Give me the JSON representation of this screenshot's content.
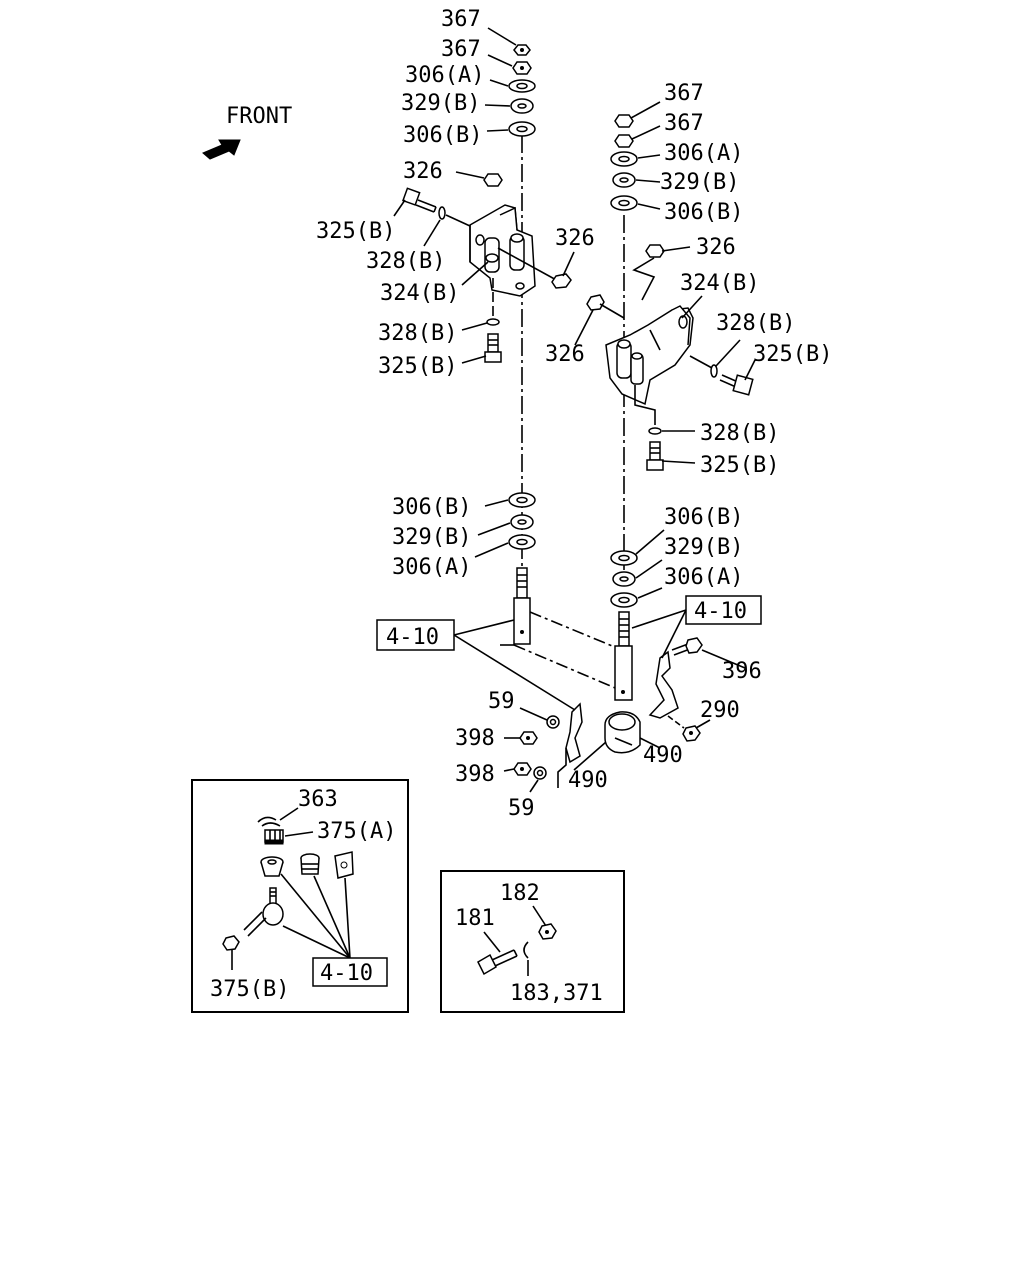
{
  "direction_label": "FRONT",
  "callouts": {
    "l_367a": "367",
    "l_367b": "367",
    "l_306a_top": "306(A)",
    "l_329b_top": "329(B)",
    "l_306b_top": "306(B)",
    "l_326_top": "326",
    "l_325b_bolt": "325(B)",
    "l_328b_wash": "328(B)",
    "l_326_nut_r": "326",
    "l_324b": "324(B)",
    "l_328b_low": "328(B)",
    "l_325b_low": "325(B)",
    "l_306b_bot": "306(B)",
    "l_329b_bot": "329(B)",
    "l_306a_bot": "306(A)",
    "r_367a": "367",
    "r_367b": "367",
    "r_306a_top": "306(A)",
    "r_329b_top": "329(B)",
    "r_306b_top": "306(B)",
    "r_326_top": "326",
    "r_324b": "324(B)",
    "r_326_side": "326",
    "r_328b_side": "328(B)",
    "r_325b_side": "325(B)",
    "r_328b_low": "328(B)",
    "r_325b_low": "325(B)",
    "r_306b_bot": "306(B)",
    "r_329b_bot": "329(B)",
    "r_306a_bot": "306(A)",
    "c_59a": "59",
    "c_398a": "398",
    "c_398b": "398",
    "c_59b": "59",
    "c_490a": "490",
    "c_490b": "490",
    "c_396": "396",
    "c_290": "290"
  },
  "ref_boxes": {
    "left_ref": "4-10",
    "right_ref": "4-10",
    "inset_ref": "4-10"
  },
  "inset_left": {
    "l_363": "363",
    "l_375a": "375(A)",
    "l_375b": "375(B)"
  },
  "inset_right": {
    "l_182": "182",
    "l_181": "181",
    "l_183_371": "183,371"
  }
}
